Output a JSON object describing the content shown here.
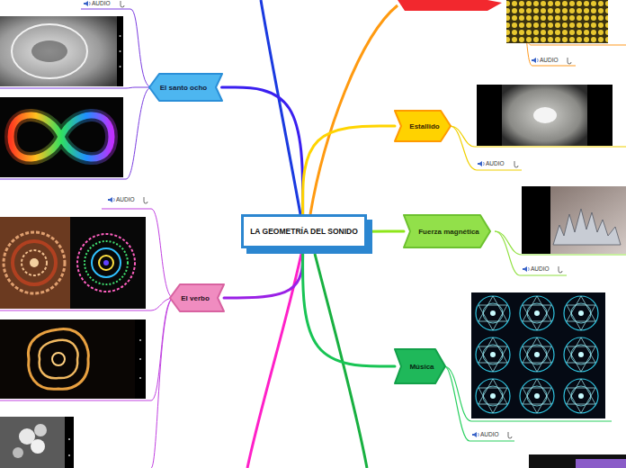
{
  "diagram": {
    "nodes": [
      {
        "text": [
          "LA GEOMETRÍA DEL SONIDO"
        ]
      },
      {
        "text": [
          "El santo ocho"
        ]
      },
      {
        "text": [
          "El verbo"
        ]
      },
      {
        "text": [
          "Estallido"
        ]
      },
      {
        "text": [
          "Fuerza magnética"
        ]
      },
      {
        "text": [
          "Música"
        ]
      }
    ],
    "edges": [
      {
        "from": 0,
        "to": 1,
        "arrow": "none"
      },
      {
        "from": 0,
        "to": 2,
        "arrow": "none"
      },
      {
        "from": 0,
        "to": 3,
        "arrow": "none"
      },
      {
        "from": 0,
        "to": 4,
        "arrow": "none"
      },
      {
        "from": 0,
        "to": 5,
        "arrow": "none"
      }
    ],
    "labels": [
      "AUDIO",
      "AUDIO",
      "AUDIO",
      "AUDIO",
      "AUDIO",
      "AUDIO"
    ]
  }
}
